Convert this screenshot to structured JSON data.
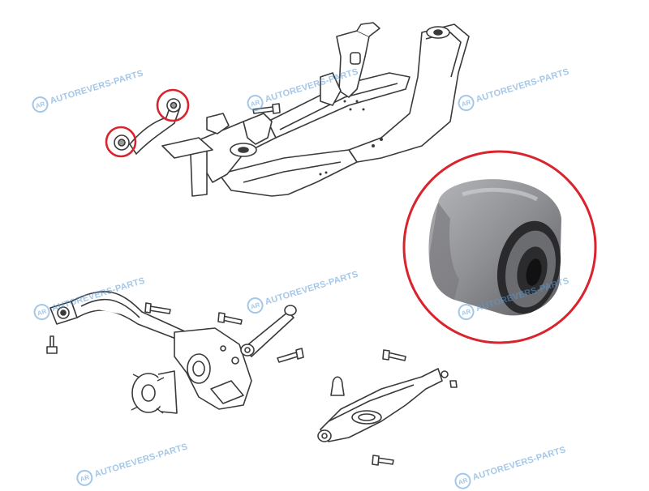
{
  "watermark": {
    "logo_text": "AR",
    "text": "AUTOREVERS-PARTS"
  },
  "colors": {
    "highlight": "#d9232d",
    "line": "#3a3a3a",
    "bushing_rubber": "#8a8b8f",
    "watermark": "#5b9bd5"
  },
  "parts": {
    "subframe": "subframe-drawing",
    "upper_arm": "upper-control-arm-drawing",
    "trailing_arm": "trailing-arm-knuckle-drawing",
    "toe_link": "toe-link-drawing",
    "lower_arm": "lower-control-arm-drawing",
    "bushing_photo": "silent-block-bushing-photo"
  }
}
